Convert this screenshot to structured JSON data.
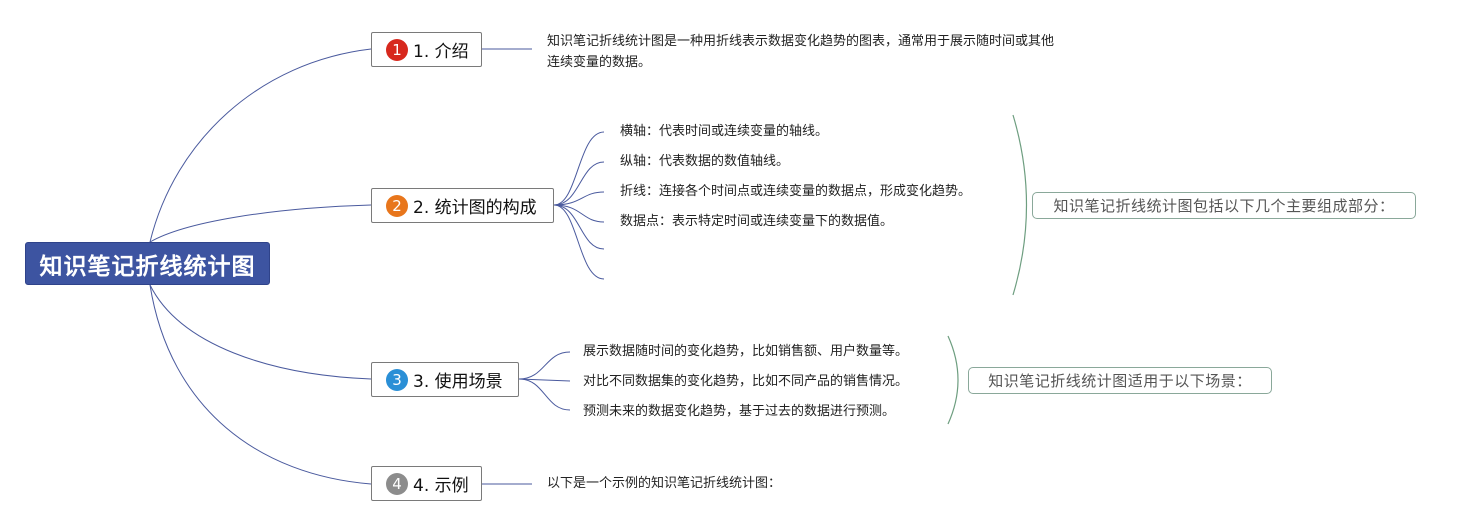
{
  "central_topic": "知识笔记折线统计图",
  "branches": [
    {
      "badge": "1",
      "label": "1. 介绍",
      "color": "#d7281d"
    },
    {
      "badge": "2",
      "label": "2. 统计图的构成",
      "color": "#e8761c"
    },
    {
      "badge": "3",
      "label": "3. 使用场景",
      "color": "#2a8fd6"
    },
    {
      "badge": "4",
      "label": "4. 示例",
      "color": "#8c8c8c"
    }
  ],
  "intro": {
    "text": "知识笔记折线统计图是一种用折线表示数据变化趋势的图表，通常用于展示随时间或其他连续变量的数据。"
  },
  "components": {
    "items": [
      "横轴：代表时间或连续变量的轴线。",
      "纵轴：代表数据的数值轴线。",
      "折线：连接各个时间点或连续变量的数据点，形成变化趋势。",
      "数据点：表示特定时间或连续变量下的数据值。"
    ],
    "summary": "知识笔记折线统计图包括以下几个主要组成部分："
  },
  "scenarios": {
    "items": [
      "展示数据随时间的变化趋势，比如销售额、用户数量等。",
      "对比不同数据集的变化趋势，比如不同产品的销售情况。",
      "预测未来的数据变化趋势，基于过去的数据进行预测。"
    ],
    "summary": "知识笔记折线统计图适用于以下场景："
  },
  "example": {
    "text": "以下是一个示例的知识笔记折线统计图："
  },
  "colors": {
    "central_fill": "#3d54a1",
    "connector": "#4a5a9e",
    "summary_bracket": "#6e9e80"
  }
}
